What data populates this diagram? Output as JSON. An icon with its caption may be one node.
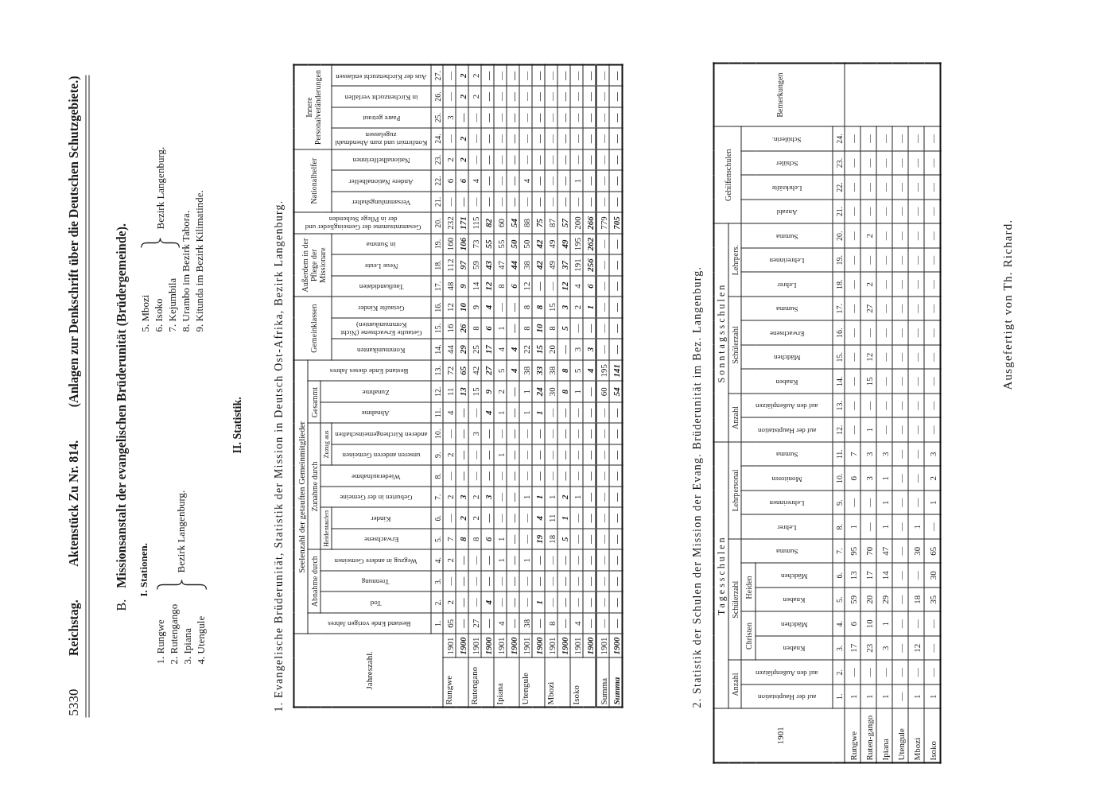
{
  "diagram": {
    "labels": [
      "5330",
      "Reichstag.",
      "Aktenstück Zu Nr. 814.",
      "(Anlagen zur Denkschrift über die Deutschen Schutzgebiete.)",
      "B.",
      "Missionsanstalt der evangelischen Brüderunität (Brüdergemeinde).",
      "I. Stationen.",
      "1. Rungwe",
      "2. Rutengango",
      "3. Ipiana",
      "4. Utengule",
      "Bezirk Langenburg.",
      "5. Mbozi",
      "6. Isoko",
      "7. Kejumbila",
      "Bezirk Langenburg.",
      "8. Urambo im Bezirk Tabora.",
      "9. Kitunda im Bezirk Kilimatinde.",
      "II. Statistik.",
      "1. Evangelische Brüderunität, Statistik der Mission in Deutsch Ost-Afrika, Bezirk Langenburg.",
      "Jahreszahl.",
      "Seelenzahl der getauften Gemeinmitglieder",
      "Gemeinklassen",
      "Außerdem in der Pflege der Missionare",
      "Gesammtsumme der Gemeinglieder und der in Pflege Stehenden",
      "Nationalhelfer",
      "Innere Personalveränderungen",
      "Bestand Ende vorigen Jahres",
      "Abnahme durch",
      "Zunahme durch",
      "Gesammt",
      "Bestand Ende dieses Jahres",
      "Tod",
      "Trennung",
      "Wegzug in andere Gemeinen",
      "Heidentaufen",
      "Geburten in der Gemeine",
      "Wiederaufnahme",
      "Zuzug aus",
      "Abnahme",
      "Zunahme",
      "Erwachsene",
      "Kinder",
      "unseren anderen Gemeinen",
      "anderen Kirchengemeinschaften",
      "Kommunikanten",
      "Getaufte Erwachsene (Nicht Kommunikanten)",
      "Getaufte Kinder",
      "Taufkandidaten",
      "Neue Leute",
      "in Summa",
      "Versammlungshalter",
      "Andere Nationalhelfer",
      "Nationalhelferinnen",
      "Konfirmirt und zum Abendmahl zugelassen",
      "Paare getraut",
      "in Kirchenzucht verfallen",
      "Aus der Kirchenzucht entlassen",
      "1.",
      "2.",
      "3.",
      "4.",
      "5.",
      "6.",
      "7.",
      "8.",
      "9.",
      "10.",
      "11.",
      "12.",
      "13.",
      "14.",
      "15.",
      "16.",
      "17.",
      "18.",
      "19.",
      "20.",
      "21.",
      "22.",
      "23.",
      "24.",
      "25.",
      "26.",
      "27.",
      "Rungwe",
      "1901",
      "65",
      "2",
      "—",
      "2",
      "7",
      "—",
      "2",
      "—",
      "2",
      "—",
      "4",
      "11",
      "72",
      "44",
      "16",
      "12",
      "48",
      "112",
      "160",
      "232",
      "—",
      "6",
      "2",
      "—",
      "3",
      "—",
      "—",
      "1900",
      "—",
      "—",
      "—",
      "—",
      "8",
      "2",
      "3",
      "—",
      "—",
      "—",
      "—",
      "13",
      "65",
      "29",
      "26",
      "10",
      "9",
      "97",
      "106",
      "171",
      "—",
      "6",
      "2",
      "2",
      "—",
      "2",
      "2",
      "Rutengano",
      "1901",
      "27",
      "—",
      "—",
      "—",
      "8",
      "2",
      "2",
      "—",
      "—",
      "3",
      "—",
      "15",
      "42",
      "25",
      "8",
      "9",
      "14",
      "59",
      "73",
      "115",
      "—",
      "4",
      "—",
      "—",
      "—",
      "2",
      "2",
      "1900",
      "—",
      "4",
      "—",
      "—",
      "6",
      "—",
      "3",
      "—",
      "—",
      "—",
      "4",
      "9",
      "27",
      "17",
      "6",
      "4",
      "12",
      "43",
      "55",
      "82",
      "—",
      "—",
      "—",
      "—",
      "—",
      "—",
      "—",
      "Ipiana",
      "1901",
      "4",
      "—",
      "—",
      "1",
      "1",
      "—",
      "—",
      "—",
      "1",
      "—",
      "1",
      "2",
      "5",
      "4",
      "1",
      "—",
      "8",
      "47",
      "55",
      "60",
      "—",
      "—",
      "—",
      "—",
      "—",
      "—",
      "—",
      "1900",
      "—",
      "—",
      "—",
      "—",
      "—",
      "—",
      "—",
      "—",
      "—",
      "—",
      "—",
      "—",
      "4",
      "4",
      "—",
      "—",
      "6",
      "44",
      "50",
      "54",
      "—",
      "—",
      "—",
      "—",
      "—",
      "—",
      "—",
      "Utengule",
      "1901",
      "38",
      "—",
      "—",
      "1",
      "—",
      "—",
      "1",
      "—",
      "—",
      "—",
      "1",
      "1",
      "38",
      "22",
      "8",
      "8",
      "12",
      "38",
      "50",
      "88",
      "—",
      "4",
      "—",
      "—",
      "—",
      "—",
      "—",
      "1900",
      "—",
      "1",
      "—",
      "—",
      "19",
      "4",
      "1",
      "—",
      "—",
      "—",
      "1",
      "24",
      "33",
      "15",
      "10",
      "8",
      "—",
      "42",
      "42",
      "75",
      "—",
      "—",
      "—",
      "—",
      "—",
      "—",
      "—",
      "Mbozi",
      "1901",
      "8",
      "—",
      "—",
      "—",
      "18",
      "11",
      "1",
      "—",
      "—",
      "—",
      "—",
      "30",
      "38",
      "20",
      "8",
      "15",
      "—",
      "49",
      "49",
      "87",
      "—",
      "—",
      "—",
      "—",
      "—",
      "—",
      "—",
      "1900",
      "—",
      "—",
      "—",
      "—",
      "5",
      "1",
      "2",
      "—",
      "—",
      "—",
      "—",
      "8",
      "8",
      "—",
      "5",
      "3",
      "12",
      "37",
      "49",
      "57",
      "—",
      "—",
      "—",
      "—",
      "—",
      "—",
      "—",
      "Isoko",
      "1901",
      "4",
      "—",
      "—",
      "—",
      "—",
      "—",
      "1",
      "—",
      "—",
      "—",
      "—",
      "1",
      "5",
      "3",
      "—",
      "2",
      "4",
      "191",
      "195",
      "200",
      "—",
      "1",
      "—",
      "—",
      "—",
      "—",
      "—",
      "1900",
      "—",
      "—",
      "—",
      "—",
      "—",
      "—",
      "—",
      "—",
      "—",
      "—",
      "—",
      "—",
      "4",
      "3",
      "—",
      "1",
      "6",
      "256",
      "262",
      "266",
      "—",
      "—",
      "—",
      "—",
      "—",
      "—",
      "—",
      "Summa",
      "1901",
      "—",
      "—",
      "—",
      "—",
      "—",
      "—",
      "—",
      "—",
      "—",
      "—",
      "—",
      "60",
      "195",
      "—",
      "—",
      "—",
      "—",
      "—",
      "—",
      "779",
      "—",
      "—",
      "—",
      "—",
      "—",
      "—",
      "—",
      "Summa",
      "1900",
      "—",
      "—",
      "—",
      "—",
      "—",
      "—",
      "—",
      "—",
      "—",
      "—",
      "—",
      "54",
      "141",
      "—",
      "—",
      "—",
      "—",
      "—",
      "—",
      "705",
      "—",
      "—",
      "—",
      "—",
      "—",
      "—",
      "—",
      "2. Statistik der Schulen der Mission der Evang. Brüderunität im Bez. Langenburg.",
      "1901",
      "Tagesschulen",
      "Sonntagsschulen",
      "Gehilfenschulen",
      "Bemerkungen",
      "Anzahl",
      "Schülerzahl",
      "Lehrpersonal",
      "Anzahl",
      "Schülerzahl",
      "Lehrpers.",
      "auf der Hauptstation",
      "auf den Außenplätzen",
      "Christen",
      "Heiden",
      "Summa",
      "Lehrer",
      "Lehrerinnen",
      "Monitoren",
      "Summa",
      "auf der Hauptstation",
      "auf den Außenplätzen",
      "Knaben",
      "Mädchen",
      "Erwachsene",
      "Summa",
      "Lehrer",
      "Lehrerinnen",
      "Summa",
      "Anzahl",
      "Lehrkräfte",
      "Schüler",
      "Schülerin.",
      "Knaben",
      "Mädchen",
      "Knaben",
      "Mädchen",
      "1.",
      "2.",
      "3.",
      "4.",
      "5.",
      "6.",
      "7.",
      "8.",
      "9.",
      "10.",
      "11.",
      "12.",
      "13.",
      "14.",
      "15.",
      "16.",
      "17.",
      "18.",
      "19.",
      "20.",
      "21.",
      "22.",
      "23.",
      "24.",
      "Rungwe",
      "1",
      "—",
      "17",
      "6",
      "59",
      "13",
      "95",
      "1",
      "—",
      "6",
      "7",
      "—",
      "—",
      "—",
      "—",
      "—",
      "—",
      "—",
      "—",
      "—",
      "—",
      "—",
      "—",
      "—",
      "Ruten-gango",
      "1",
      "—",
      "23",
      "10",
      "20",
      "17",
      "70",
      "—",
      "—",
      "3",
      "3",
      "1",
      "—",
      "15",
      "12",
      "—",
      "27",
      "2",
      "—",
      "2",
      "—",
      "—",
      "—",
      "—",
      "Ipiana",
      "1",
      "—",
      "3",
      "1",
      "29",
      "14",
      "47",
      "1",
      "1",
      "1",
      "3",
      "—",
      "—",
      "—",
      "—",
      "—",
      "—",
      "—",
      "—",
      "—",
      "—",
      "—",
      "—",
      "—",
      "Utengule",
      "—",
      "—",
      "—",
      "—",
      "—",
      "—",
      "—",
      "—",
      "—",
      "—",
      "—",
      "—",
      "—",
      "—",
      "—",
      "—",
      "—",
      "—",
      "—",
      "—",
      "—",
      "—",
      "—",
      "—",
      "Mbozi",
      "1",
      "—",
      "12",
      "—",
      "18",
      "—",
      "30",
      "1",
      "—",
      "—",
      "—",
      "—",
      "—",
      "—",
      "—",
      "—",
      "—",
      "—",
      "—",
      "—",
      "—",
      "—",
      "—",
      "—",
      "Isoko",
      "1",
      "—",
      "—",
      "—",
      "35",
      "30",
      "65",
      "—",
      "1",
      "2",
      "3",
      "—",
      "—",
      "—",
      "—",
      "—",
      "—",
      "—",
      "—",
      "—",
      "—",
      "—",
      "—",
      "—",
      "Ausgefertigt von Th. Richard."
    ]
  }
}
